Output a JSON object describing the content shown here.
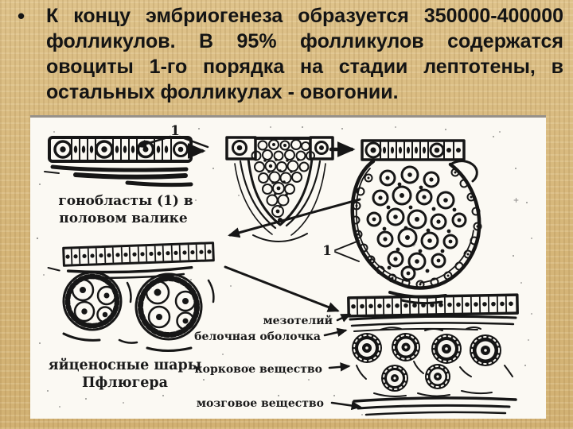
{
  "slide": {
    "background_color": "#d9ba7e",
    "text_color": "#141414",
    "bullet": {
      "marker": "•",
      "lines": [
        "К концу эмбриогенеза образуется 350000-400000",
        "фолликулов. В 95% фолликулов содержатся",
        "овоциты 1-го порядка на стадии лептотены, в",
        "остальных фолликулах - овогонии."
      ]
    }
  },
  "figure": {
    "background_color": "#fbf9f3",
    "ink_color": "#161616",
    "labels": {
      "gonoblasts_line1": "гонобласты (1) в",
      "gonoblasts_line2": "половом валике",
      "marker_top": "1",
      "marker_follicle": "1",
      "pfluger_line1": "яйценосные шары",
      "pfluger_line2": "Пфлюгера",
      "mesothelium": "мезотелий",
      "tunica_albuginea": "белочная оболочка",
      "cortex": "корковое вещество",
      "medulla": "мозговое вещество"
    }
  }
}
